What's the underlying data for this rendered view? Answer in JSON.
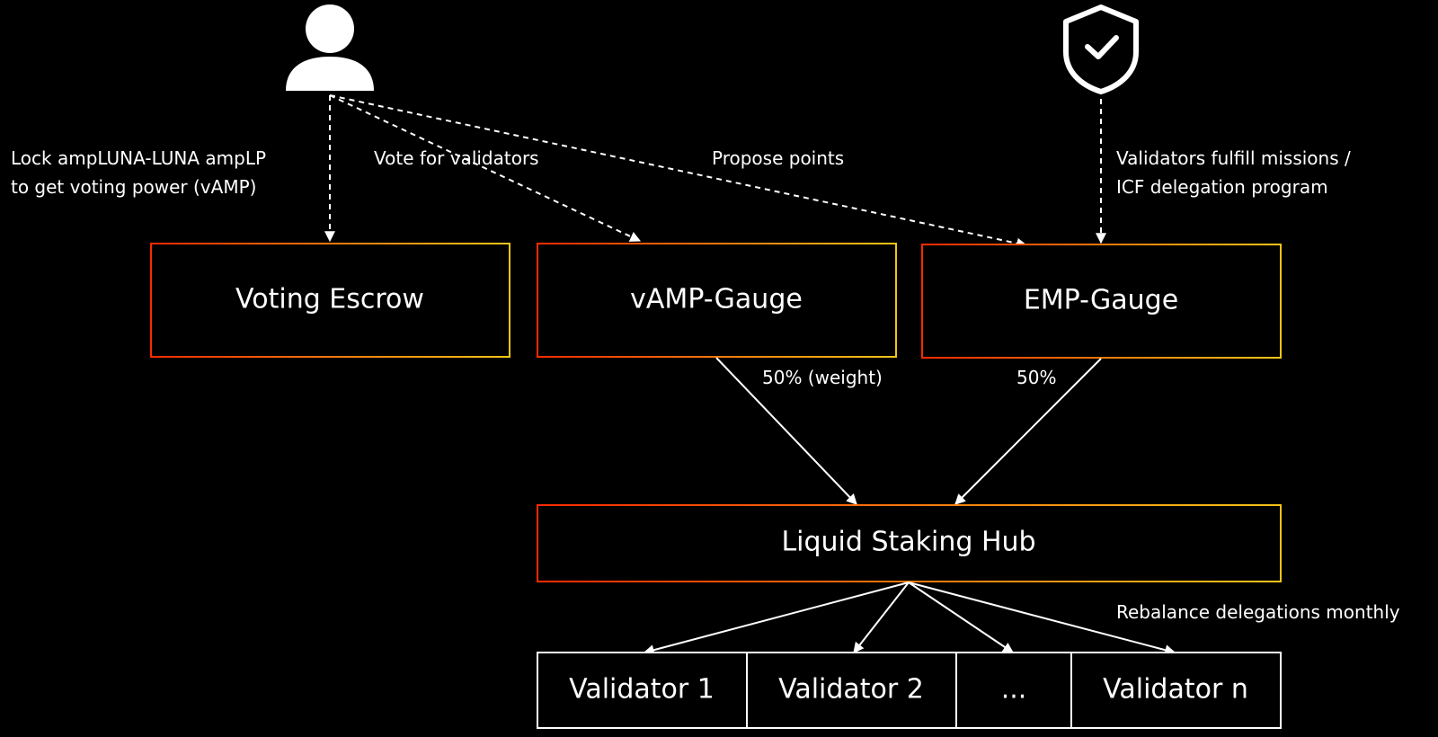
{
  "colors": {
    "background": "#000000",
    "gradient_start": "#ff2a00",
    "gradient_end": "#f5c518",
    "line": "#ffffff",
    "text": "#ffffff"
  },
  "actors": {
    "user": {
      "icon": "user-icon"
    },
    "validator_authority": {
      "icon": "shield-check-icon"
    }
  },
  "labels": {
    "lock_line1": "Lock ampLUNA-LUNA ampLP",
    "lock_line2": "to get voting power (vAMP)",
    "vote": "Vote for validators",
    "propose": "Propose points",
    "missions_line1": "Validators fulfill missions /",
    "missions_line2": "ICF delegation program",
    "vamp_weight": "50% (weight)",
    "emp_weight": "50%",
    "rebalance": "Rebalance delegations monthly"
  },
  "boxes": {
    "voting_escrow": "Voting Escrow",
    "vamp_gauge": "vAMP-Gauge",
    "emp_gauge": "EMP-Gauge",
    "hub": "Liquid Staking Hub"
  },
  "validators": [
    "Validator 1",
    "Validator 2",
    "...",
    "Validator n"
  ]
}
